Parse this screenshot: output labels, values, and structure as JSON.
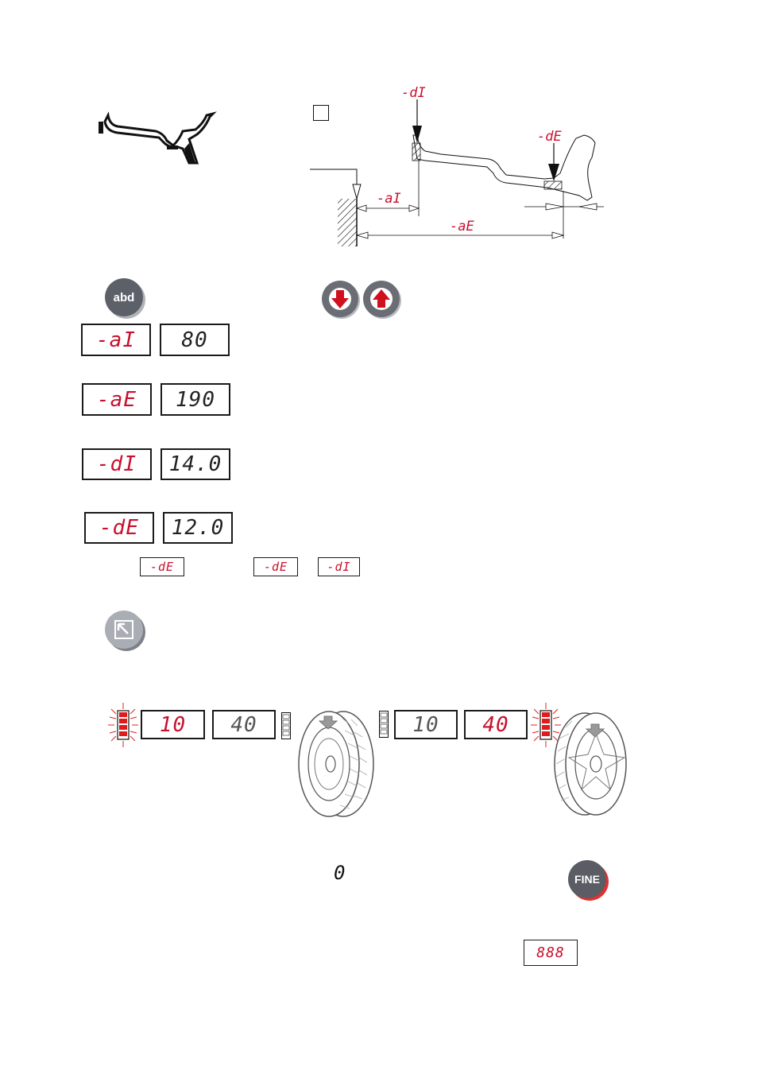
{
  "diagram": {
    "label_di_top": "-dI",
    "label_de_top": "-dE",
    "label_ai": "-aI",
    "label_ae": "-aE"
  },
  "buttons": {
    "abd": "abd",
    "fine": "FINE"
  },
  "displays": {
    "row1": {
      "left": "-aI",
      "right": "80"
    },
    "row2": {
      "left": "-aE",
      "right": "190"
    },
    "row3": {
      "left": "-dI",
      "right": "14.0"
    },
    "row4": {
      "left": "-dE",
      "right": "12.0"
    },
    "inline1": "-dE",
    "inline2": "-dE",
    "inline3": "-dI"
  },
  "balance": {
    "left_inner": "10",
    "left_outer": "40",
    "right_inner": "10",
    "right_outer": "40"
  },
  "zero_text": "0",
  "display_888": "888"
}
